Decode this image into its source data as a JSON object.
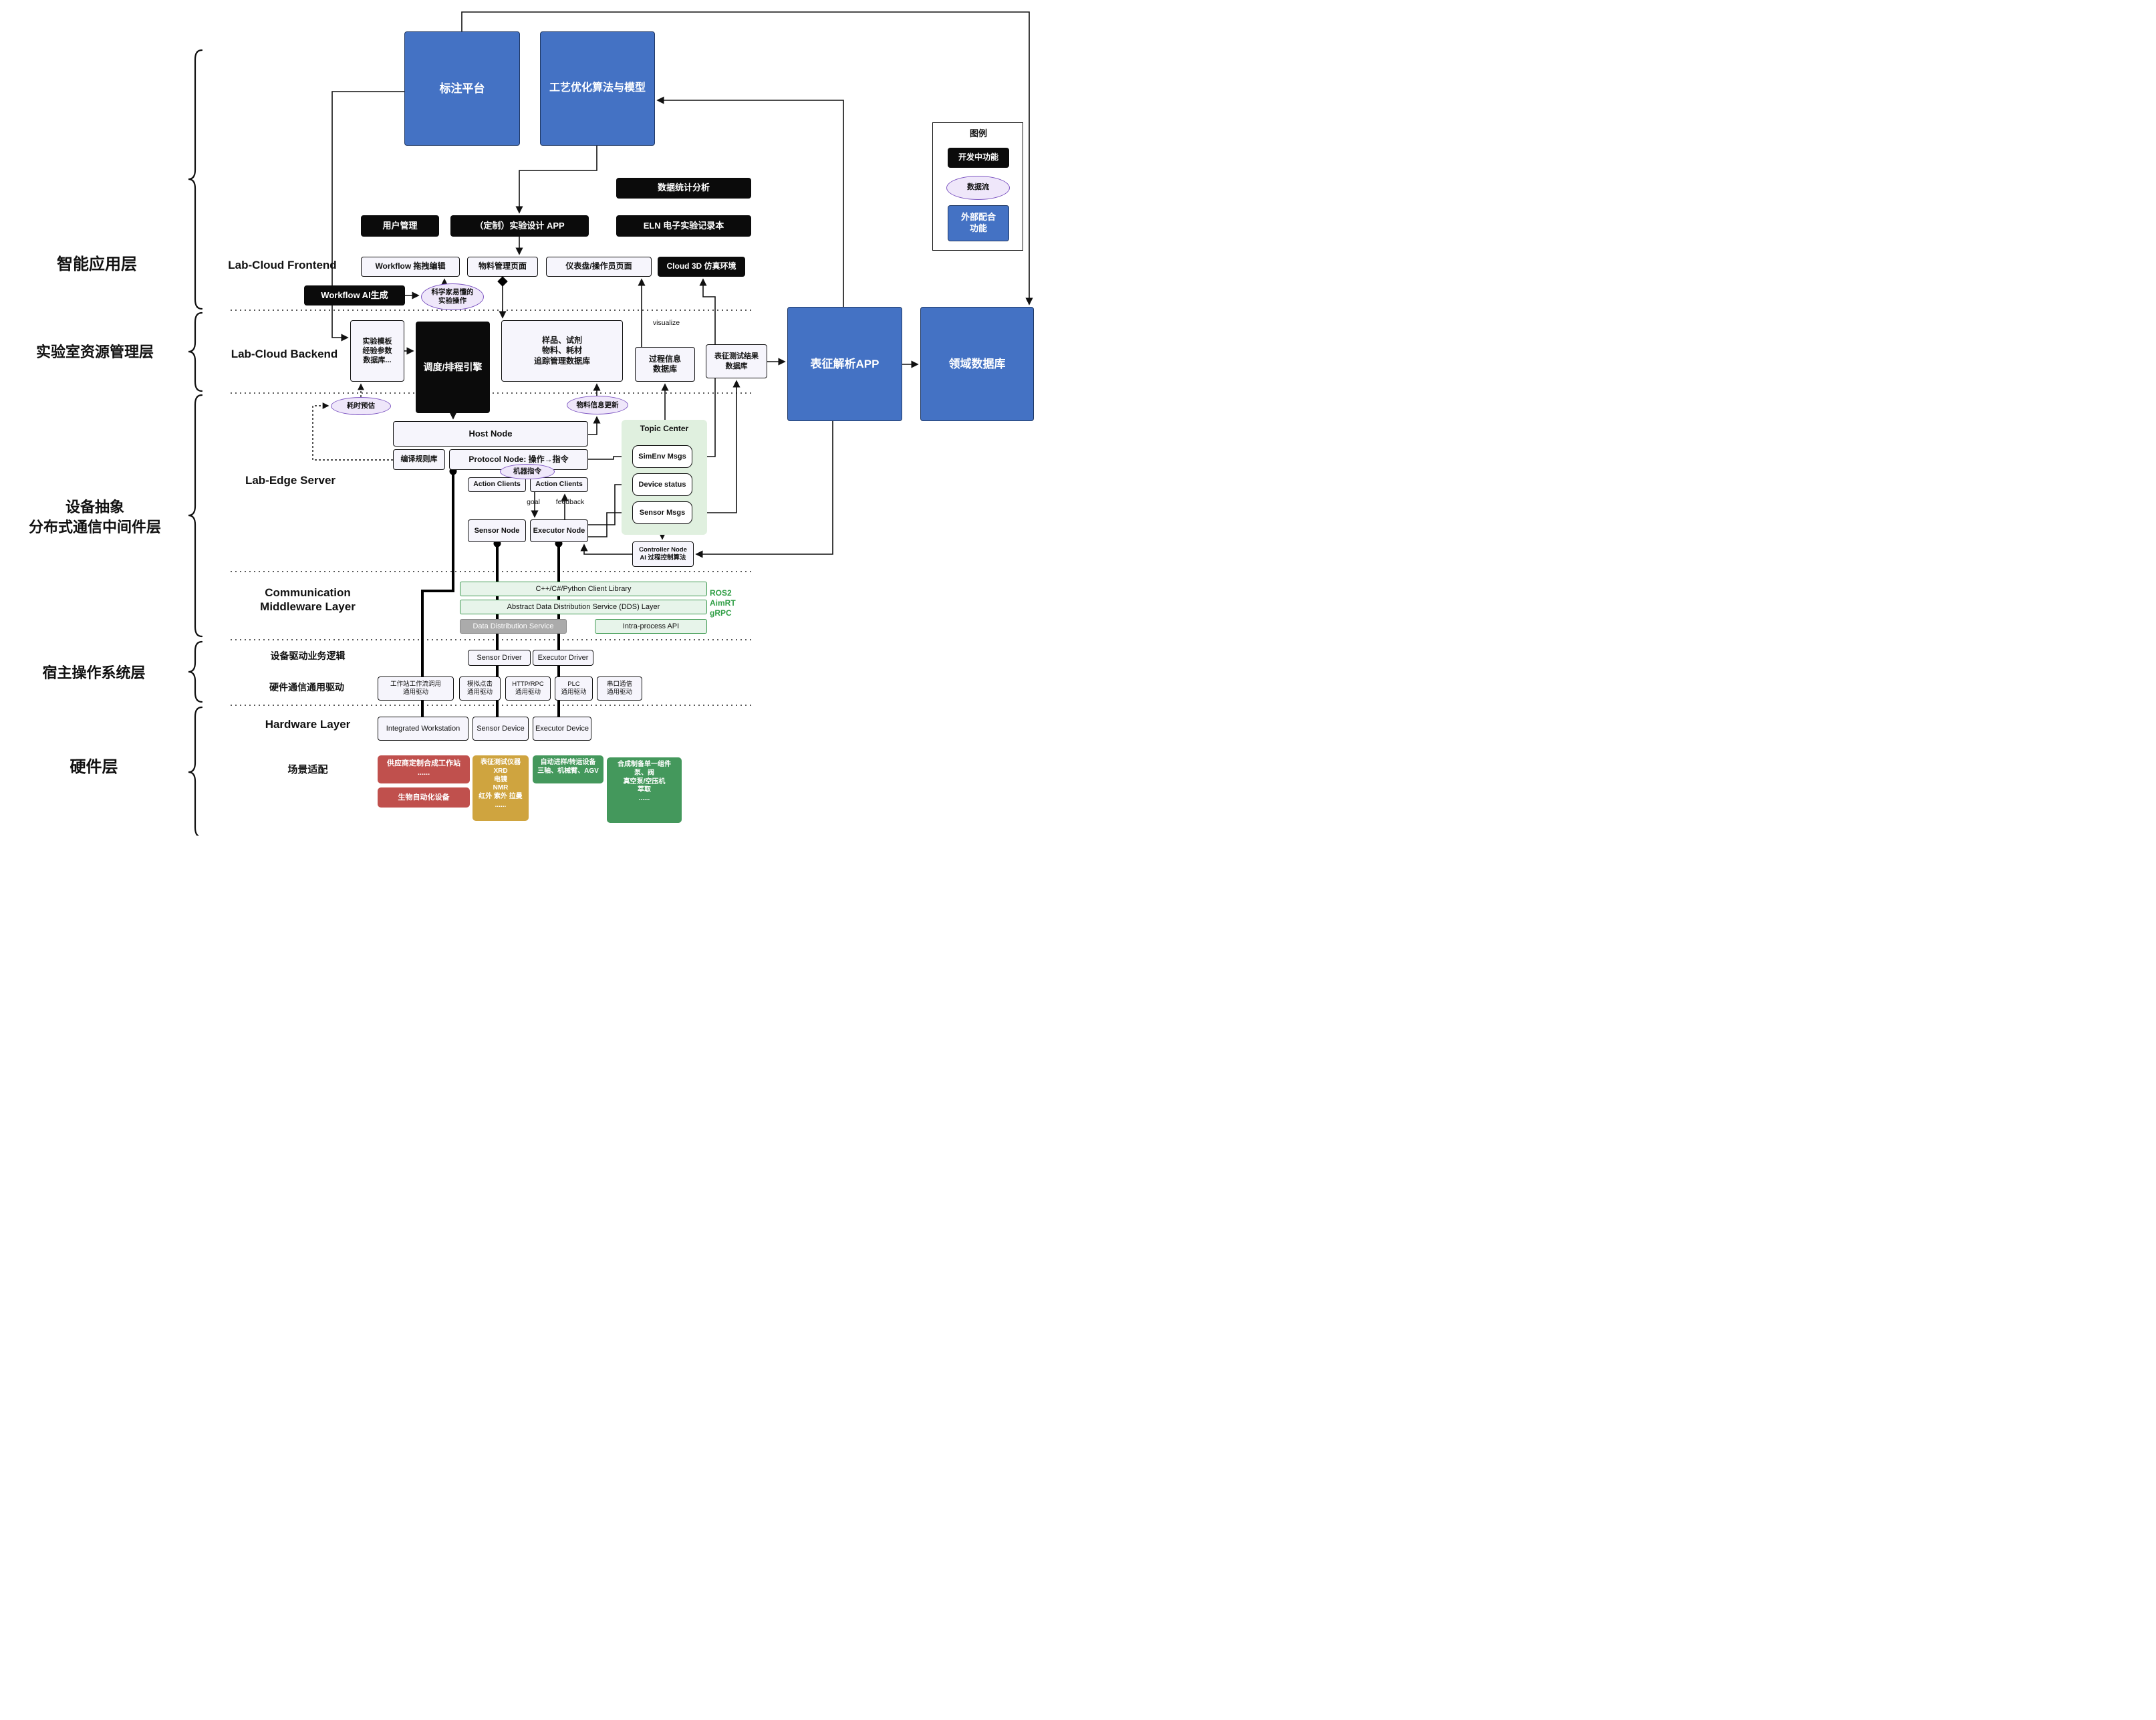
{
  "layer_labels": {
    "app": "智能应用层",
    "resource": "实验室资源管理层",
    "middleware": "设备抽象\n分布式通信中间件层",
    "host_os": "宿主操作系统层",
    "hardware": "硬件层"
  },
  "external": {
    "annotation_platform": "标注平台",
    "process_optimization": "工艺优化算法与模型",
    "characterization_app": "表征解析APP",
    "domain_db": "领域数据库"
  },
  "frontend": {
    "section_label": "Lab-Cloud Frontend",
    "data_statistics": "数据统计分析",
    "user_management": "用户管理",
    "experiment_design_app": "（定制）实验设计 APP",
    "eln": "ELN 电子实验记录本",
    "workflow_editor": "Workflow 拖拽编辑",
    "material_page": "物料管理页面",
    "dashboard_page": "仪表盘/操作员页面",
    "cloud_3d": "Cloud 3D 仿真环境",
    "workflow_ai": "Workflow AI生成",
    "scientist_ops": "科学家易懂的\n实验操作"
  },
  "backend": {
    "section_label": "Lab-Cloud Backend",
    "template_db": "实验模板\n经验参数\n数据库...",
    "scheduler": "调度/排程引擎",
    "tracking_db": "样品、试剂\n物料、耗材\n追踪管理数据库",
    "process_db": "过程信息\n数据库",
    "result_db": "表征测试结果\n数据库",
    "visualize": "visualize",
    "time_estimate": "耗时预估",
    "material_update": "物料信息更新"
  },
  "edge": {
    "section_label": "Lab-Edge Server",
    "host_node": "Host Node",
    "rule_lib": "编译规则库",
    "protocol_node": "Protocol Node: 操作→指令",
    "machine_cmd": "机器指令",
    "action_clients_left": "Action Clients",
    "action_clients_right": "Action Clients",
    "goal": "goal",
    "feedback": "feedback",
    "sensor_node": "Sensor Node",
    "executor_node": "Executor Node",
    "topic_center": "Topic Center",
    "simenv_msgs": "SimEnv Msgs",
    "device_status": "Device status",
    "sensor_msgs": "Sensor Msgs",
    "controller_node": "Controller Node\nAI 过程控制算法"
  },
  "comm": {
    "section_label": "Communication\nMiddleware Layer",
    "client_lib": "C++/C#/Python Client Library",
    "dds_layer": "Abstract Data Distribution Service (DDS) Layer",
    "dds": "Data Distribution Service",
    "intra_api": "Intra-process API",
    "stack": "ROS2\nAimRT\ngRPC"
  },
  "host_os": {
    "driver_logic_label": "设备驱动业务逻辑",
    "sensor_driver": "Sensor Driver",
    "executor_driver": "Executor Driver",
    "generic_driver_label": "硬件通信通用驱动",
    "workstation_driver": "工作站工作流调用\n通用驱动",
    "click_driver": "模拟点击\n通用驱动",
    "http_driver": "HTTP/RPC\n通用驱动",
    "plc_driver": "PLC\n通用驱动",
    "serial_driver": "串口通信\n通用驱动"
  },
  "hardware": {
    "section_label": "Hardware Layer",
    "workstation": "Integrated Workstation",
    "sensor_device": "Sensor Device",
    "executor_device": "Executor Device",
    "scenario_label": "场景适配",
    "vendor_ws": "供应商定制合成工作站\n......",
    "bio_equipment": "生物自动化设备",
    "charac_instruments": "表征测试仪器\nXRD\n电镜\nNMR\n红外 紫外 拉曼\n......",
    "transfer_equipment": "自动进样/转运设备\n三轴、机械臂、AGV",
    "synthesis_components": "合成制备单一组件\n泵、阀\n真空泵/空压机\n萃取\n......"
  },
  "legend": {
    "title": "图例",
    "in_dev": "开发中功能",
    "data_flow": "数据流",
    "external_fn": "外部配合\n功能"
  },
  "colors": {
    "external_blue": "#4472C4",
    "in_dev_black": "#0b0b0b",
    "data_flow_lavender": "#efe7fa",
    "topic_green": "#e0f0df",
    "middleware_green": "#e7f4ea",
    "scenario_red": "#c0504d",
    "scenario_gold": "#cfa43f",
    "scenario_green": "#44985c"
  }
}
